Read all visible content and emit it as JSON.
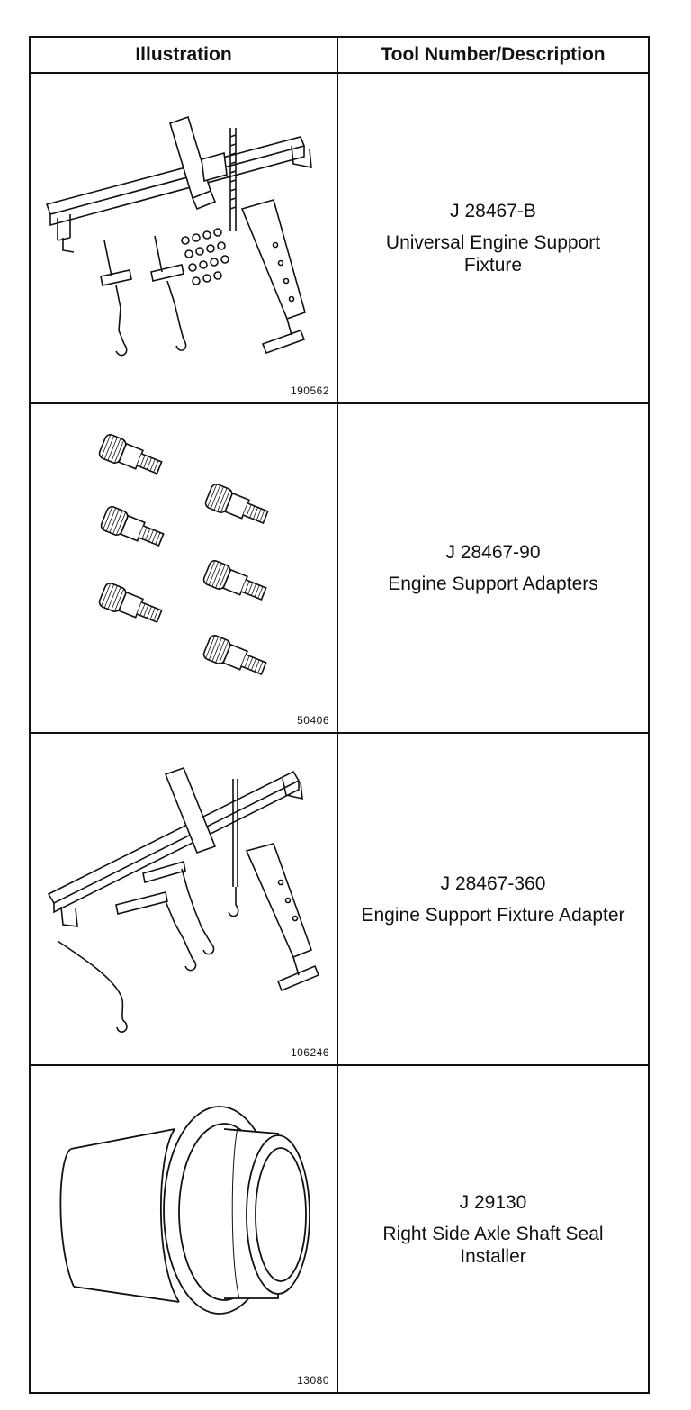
{
  "table": {
    "headers": {
      "illustration": "Illustration",
      "description": "Tool Number/Description"
    },
    "rows": [
      {
        "figure_id": "190562",
        "tool_number": "J 28467-B",
        "tool_name": "Universal Engine Support Fixture"
      },
      {
        "figure_id": "50406",
        "tool_number": "J 28467-90",
        "tool_name": "Engine Support Adapters"
      },
      {
        "figure_id": "106246",
        "tool_number": "J 28467-360",
        "tool_name": "Engine Support Fixture Adapter"
      },
      {
        "figure_id": "13080",
        "tool_number": "J 29130",
        "tool_name": "Right Side Axle Shaft Seal Installer"
      }
    ]
  }
}
